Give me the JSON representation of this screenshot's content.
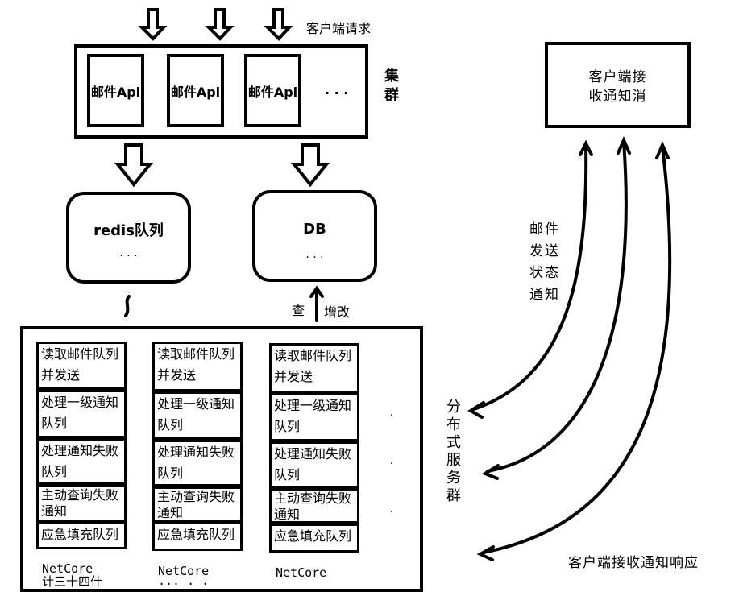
{
  "top": {
    "client_request": "客户端请求",
    "cluster": "集群",
    "more": "· · ·"
  },
  "api_boxes": [
    {
      "label": "邮件Api"
    },
    {
      "label": "邮件Api"
    },
    {
      "label": "邮件Api"
    }
  ],
  "redis": {
    "title": "redis队列",
    "dots": "· · ·"
  },
  "db": {
    "title": "DB",
    "dots": "· · ·"
  },
  "db_link": {
    "query": "查",
    "modify": "增改"
  },
  "columns": [
    {
      "cells": [
        {
          "line1": "读取邮件队列",
          "line2": "并发送"
        },
        {
          "line1": "处理一级通知",
          "line2": "队列"
        },
        {
          "line1": "处理通知失败",
          "line2": "队列"
        },
        {
          "line1": "主动查询失败",
          "line2": "通知"
        },
        {
          "line1": "应急填充队列",
          "line2": ""
        }
      ],
      "footer1": "NetCore",
      "footer2": "计三十四什"
    },
    {
      "cells": [
        {
          "line1": "读取邮件队列",
          "line2": "并发送"
        },
        {
          "line1": "处理一级通知",
          "line2": "队列"
        },
        {
          "line1": "处理通知失败",
          "line2": "队列"
        },
        {
          "line1": "主动查询失败",
          "line2": "通知"
        },
        {
          "line1": "应急填充队列",
          "line2": ""
        }
      ],
      "footer1": "NetCore",
      "footer2": "··· · ·"
    },
    {
      "cells": [
        {
          "line1": "读取邮件队列",
          "line2": "并发送"
        },
        {
          "line1": "处理一级通知",
          "line2": "队列"
        },
        {
          "line1": "处理通知失败",
          "line2": "队列"
        },
        {
          "line1": "主动查询失败",
          "line2": "通知"
        },
        {
          "line1": "应急填充队列",
          "line2": ""
        }
      ],
      "footer1": "NetCore",
      "footer2": ""
    }
  ],
  "column_more": "· · ·",
  "distributed_label": "分布式服务群",
  "client_box": {
    "line1": "客户端接",
    "line2": "收通知消"
  },
  "email_status_notify": "邮件发送状态通知",
  "client_response": "客户端接收通知响应"
}
